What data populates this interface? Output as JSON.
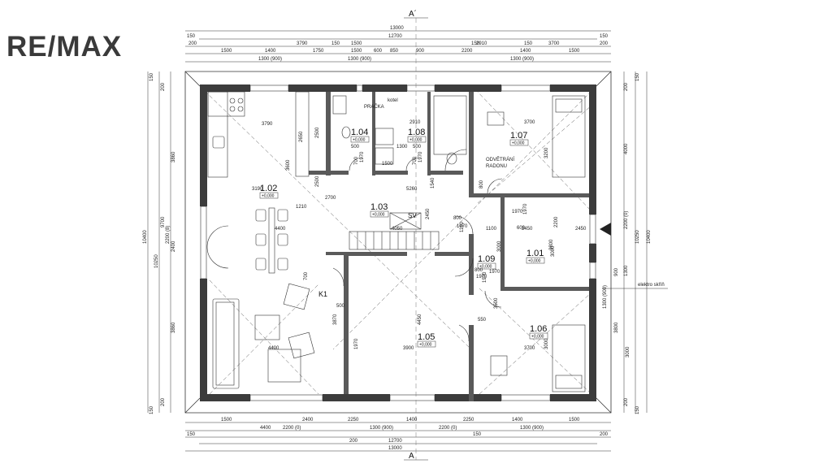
{
  "brand": {
    "logo": "RE/MAX"
  },
  "section_marks": {
    "top": "A´",
    "bottom": "A"
  },
  "dims": {
    "top_total": "13000",
    "top_inner": "12700",
    "top_r1": [
      "150",
      "200"
    ],
    "top_r1_right": [
      "150",
      "200"
    ],
    "top_seg": [
      "3790",
      "150",
      "1500",
      "150",
      "2910",
      "150",
      "3700"
    ],
    "top_sub": [
      "1500",
      "1400",
      "1300 (900)",
      "1750",
      "1500",
      "600",
      "850",
      "900",
      "1300 (900)",
      "2200",
      "1400",
      "1300 (900)",
      "1500"
    ],
    "bot_seg": [
      "1500",
      "2400",
      "2250",
      "1400",
      "2250",
      "1400",
      "1500"
    ],
    "bot_sub": [
      "4400",
      "2200 (0)",
      "2200 (0)",
      "1300 (900)",
      "1300 (900)"
    ],
    "bot_inner": "12700",
    "bot_total": "13000",
    "bot_r": [
      "150",
      "200",
      "150",
      "200"
    ],
    "left_v": [
      "150",
      "200",
      "3860",
      "2400",
      "2200 (8)",
      "9700",
      "3860",
      "200",
      "150",
      "10400",
      "10250"
    ],
    "right_v": [
      "150",
      "200",
      "4000",
      "2200 (0)",
      "1300",
      "10250",
      "10400",
      "900",
      "3800",
      "3000",
      "200",
      "150",
      "1300 (900)"
    ]
  },
  "rooms": [
    {
      "id": "1.01",
      "level": "+0,000"
    },
    {
      "id": "1.02",
      "level": "+0,000"
    },
    {
      "id": "1.03",
      "level": "+0,000"
    },
    {
      "id": "1.04",
      "level": "+0,000"
    },
    {
      "id": "1.05",
      "level": "+0,000"
    },
    {
      "id": "1.06",
      "level": "+0,000"
    },
    {
      "id": "1.07",
      "level": "+0,000"
    },
    {
      "id": "1.08",
      "level": "+0,000"
    },
    {
      "id": "1.09",
      "level": "+0,000"
    }
  ],
  "inner_dims": [
    "3790",
    "2650",
    "2500",
    "5260",
    "3190",
    "1210",
    "4400",
    "2450",
    "1100",
    "4050",
    "800",
    "1970",
    "800",
    "1970",
    "2450",
    "2910",
    "1300",
    "500",
    "500",
    "700",
    "700",
    "1970",
    "1970",
    "800",
    "600",
    "1970",
    "4400",
    "4450",
    "1970",
    "3900",
    "3700",
    "3700",
    "3200",
    "3000",
    "3000",
    "3800",
    "2200",
    "2450",
    "700",
    "1100",
    "3870",
    "3500",
    "3000",
    "1970",
    "550",
    "1970",
    "K1",
    "SV",
    "1540",
    "2500",
    "1970",
    "500",
    "3600",
    "1500",
    "2700"
  ],
  "notes": {
    "radon": "ODVĚTRÁNÍ\nRADONU",
    "sub": "PRAČKA",
    "drain": "kotel",
    "meter": "elektro skříň",
    "k1": "K1",
    "sv": "SV"
  }
}
